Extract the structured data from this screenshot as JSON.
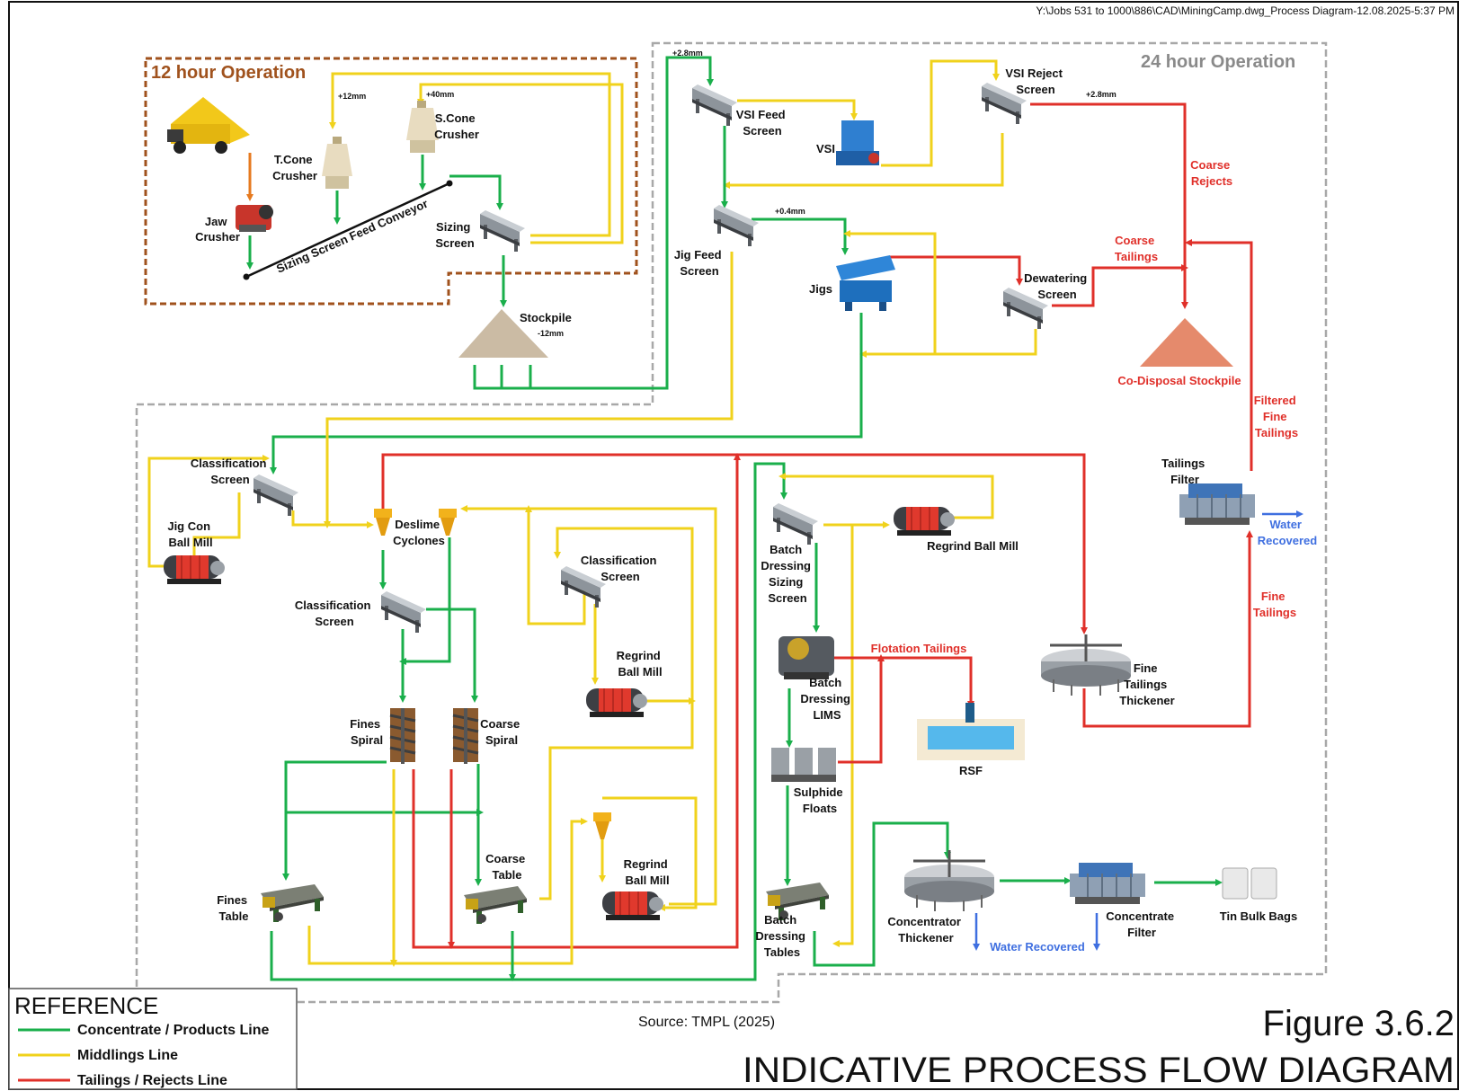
{
  "header": {
    "file_path": "Y:\\Jobs 531 to 1000\\886\\CAD\\MiningCamp.dwg_Process Diagram-12.08.2025-5:37 PM"
  },
  "zones": {
    "op12": "12 hour Operation",
    "op24": "24 hour Operation"
  },
  "colors": {
    "concentrate": "#1aaf4b",
    "middlings": "#f0d21c",
    "tailings": "#e0302a",
    "water": "#3f6fe0",
    "op12_border": "#a0521d",
    "op24_border": "#a8a8a8"
  },
  "equipment": {
    "jaw_crusher": [
      "Jaw",
      "Crusher"
    ],
    "tcone_crusher": [
      "T.Cone",
      "Crusher"
    ],
    "scone_crusher": [
      "S.Cone",
      "Crusher"
    ],
    "sizing_screen": [
      "Sizing",
      "Screen"
    ],
    "conveyor": "Sizing Screen Feed Conveyor",
    "stockpile": "Stockpile",
    "stockpile_size": "-12mm",
    "vsi_feed_screen": [
      "VSI Feed",
      "Screen"
    ],
    "vsi": "VSI",
    "vsi_reject_screen": [
      "VSI Reject",
      "Screen"
    ],
    "jig_feed_screen": [
      "Jig Feed",
      "Screen"
    ],
    "jigs": "Jigs",
    "dewatering_screen": [
      "Dewatering",
      "Screen"
    ],
    "co_disposal": "Co-Disposal Stockpile",
    "classification_screen_1": [
      "Classification",
      "Screen"
    ],
    "jig_con_ball_mill": [
      "Jig Con",
      "Ball Mill"
    ],
    "deslime_cyclones": [
      "Deslime",
      "Cyclones"
    ],
    "classification_screen_2": [
      "Classification",
      "Screen"
    ],
    "classification_screen_3": [
      "Classification",
      "Screen"
    ],
    "regrind_ball_mill_1": [
      "Regrind",
      "Ball Mill"
    ],
    "fines_spiral": [
      "Fines",
      "Spiral"
    ],
    "coarse_spiral": [
      "Coarse",
      "Spiral"
    ],
    "fines_table": [
      "Fines",
      "Table"
    ],
    "coarse_table": [
      "Coarse",
      "Table"
    ],
    "regrind_ball_mill_2": [
      "Regrind",
      "Ball Mill"
    ],
    "batch_sizing_screen": [
      "Batch",
      "Dressing",
      "Sizing",
      "Screen"
    ],
    "regrind_ball_mill_3": "Regrind Ball Mill",
    "batch_lims": [
      "Batch",
      "Dressing",
      "LIMS"
    ],
    "sulphide_floats": [
      "Sulphide",
      "Floats"
    ],
    "batch_tables": [
      "Batch",
      "Dressing",
      "Tables"
    ],
    "rsf": "RSF",
    "fine_tailings_thickener": [
      "Fine",
      "Tailings",
      "Thickener"
    ],
    "tailings_filter": [
      "Tailings",
      "Filter"
    ],
    "concentrator_thickener": [
      "Concentrator",
      "Thickener"
    ],
    "concentrate_filter": [
      "Concentrate",
      "Filter"
    ],
    "tin_bulk_bags": "Tin Bulk Bags"
  },
  "stream_labels": {
    "plus12": "+12mm",
    "plus40": "+40mm",
    "plus28_a": "+2.8mm",
    "plus28_b": "+2.8mm",
    "plus04": "+0.4mm",
    "coarse_rejects": [
      "Coarse",
      "Rejects"
    ],
    "coarse_tailings": [
      "Coarse",
      "Tailings"
    ],
    "filtered_fine_tailings": [
      "Filtered",
      "Fine",
      "Tailings"
    ],
    "fine_tailings": [
      "Fine",
      "Tailings"
    ],
    "water_recovered_1": [
      "Water",
      "Recovered"
    ],
    "water_recovered_2": "Water Recovered",
    "flotation_tailings": "Flotation Tailings"
  },
  "reference": {
    "title": "REFERENCE",
    "items": [
      {
        "label": "Concentrate / Products Line",
        "color": "#1aaf4b"
      },
      {
        "label": "Middlings Line",
        "color": "#f0d21c"
      },
      {
        "label": "Tailings / Rejects Line",
        "color": "#e0302a"
      }
    ]
  },
  "source": "Source: TMPL (2025)",
  "figure": {
    "number": "Figure 3.6.2",
    "title": "INDICATIVE PROCESS FLOW DIAGRAM"
  }
}
